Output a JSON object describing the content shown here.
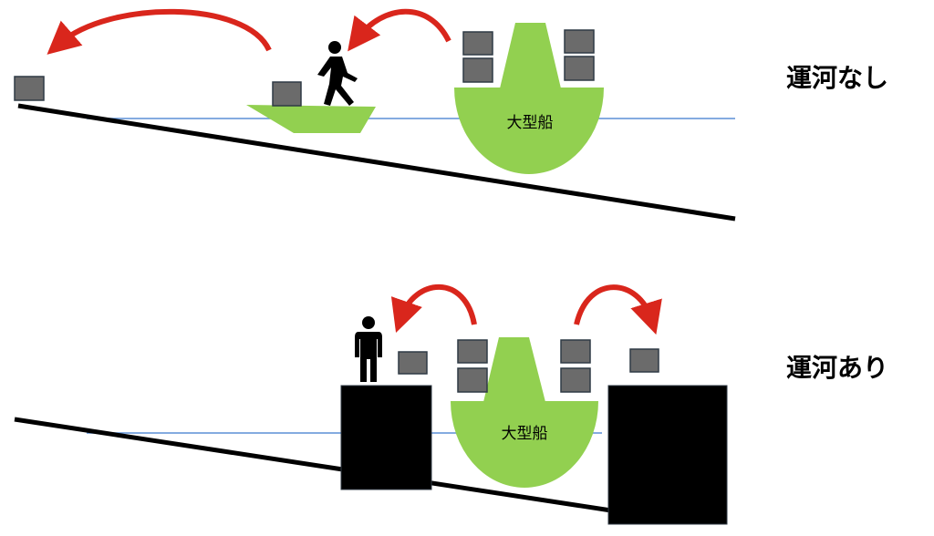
{
  "scenarios": {
    "without_canal": {
      "label": "運河なし",
      "ship_label": "大型船"
    },
    "with_canal": {
      "label": "運河あり",
      "ship_label": "大型船"
    }
  },
  "colors": {
    "boat": "#92d050",
    "cargo": "#6b6b6b",
    "arrow": "#d9261c",
    "water": "#5b8fd6",
    "ground": "#000000"
  }
}
